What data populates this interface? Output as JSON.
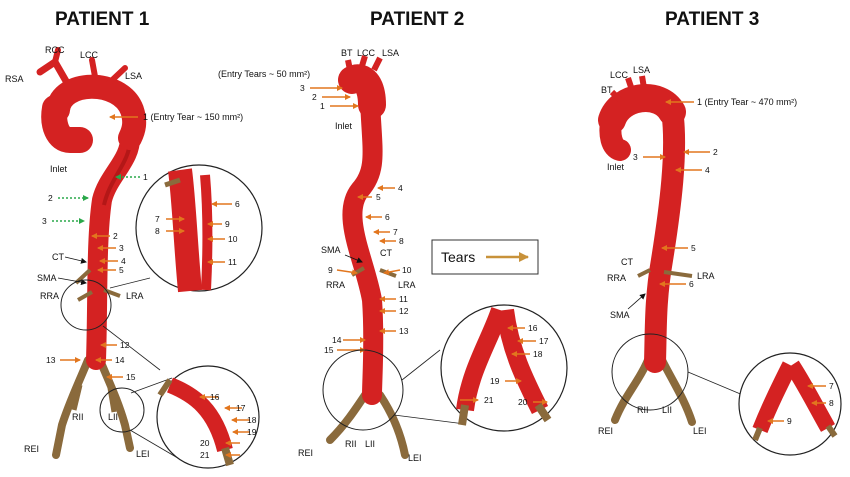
{
  "colors": {
    "aorta": "#d42222",
    "aorta_dark": "#9e1010",
    "iliac": "#8a6a3c",
    "arrow": "#e2761e",
    "green_arrow": "#2aa84a",
    "legend_arrow": "#c8923a"
  },
  "patients": [
    {
      "title": "PATIENT 1",
      "labels": {
        "rcc": "RCC",
        "lcc": "LCC",
        "rsa": "RSA",
        "lsa": "LSA",
        "inlet": "Inlet",
        "entry": "1 (Entry Tear ~ 150 mm²)",
        "ct": "CT",
        "sma": "SMA",
        "rra": "RRA",
        "lra": "LRA",
        "rii": "RII",
        "lii": "LII",
        "rei": "REI",
        "lei": "LEI"
      },
      "tears": [
        "1",
        "2",
        "3",
        "2",
        "3",
        "4",
        "5",
        "12",
        "13",
        "14",
        "15"
      ],
      "zoom_tears": [
        "6",
        "7",
        "8",
        "9",
        "10",
        "11"
      ],
      "zoom2_tears": [
        "16",
        "17",
        "18",
        "19",
        "20",
        "21"
      ]
    },
    {
      "title": "PATIENT 2",
      "labels": {
        "bt": "BT",
        "lcc": "LCC",
        "lsa": "LSA",
        "entry": "(Entry Tears ~ 50 mm²)",
        "inlet": "Inlet",
        "sma": "SMA",
        "ct": "CT",
        "rra": "RRA",
        "lra": "LRA",
        "rii": "RII",
        "lii": "LII",
        "rei": "REI",
        "lei": "LEI"
      },
      "tears": [
        "3",
        "2",
        "1",
        "4",
        "5",
        "6",
        "7",
        "8",
        "9",
        "10",
        "11",
        "12",
        "13",
        "14",
        "15"
      ],
      "zoom_tears": [
        "16",
        "17",
        "18",
        "19",
        "20",
        "21"
      ]
    },
    {
      "title": "PATIENT 3",
      "labels": {
        "lcc": "LCC",
        "lsa": "LSA",
        "bt": "BT",
        "entry": "1 (Entry Tear ~ 470 mm²)",
        "inlet": "Inlet",
        "ct": "CT",
        "rra": "RRA",
        "lra": "LRA",
        "sma": "SMA",
        "rii": "RII",
        "lii": "LII",
        "rei": "REI",
        "lei": "LEI"
      },
      "tears": [
        "2",
        "3",
        "4",
        "5",
        "6"
      ],
      "zoom_tears": [
        "7",
        "8",
        "9"
      ]
    }
  ],
  "legend": {
    "label": "Tears"
  }
}
